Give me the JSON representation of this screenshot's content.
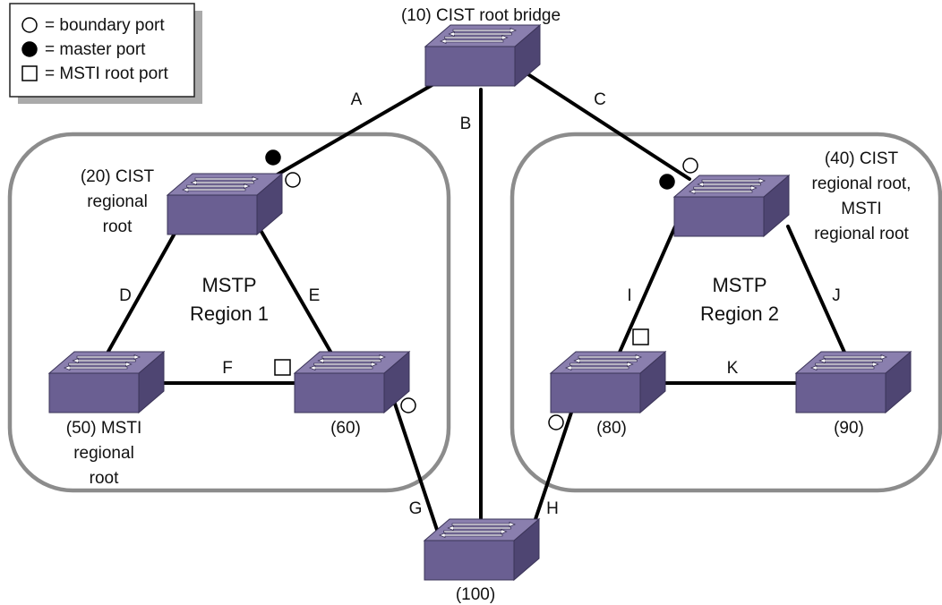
{
  "legend": {
    "items": [
      {
        "symbol": "open-circle",
        "label": "= boundary port"
      },
      {
        "symbol": "filled-circle",
        "label": "= master port"
      },
      {
        "symbol": "open-square",
        "label": "= MSTI root port"
      }
    ]
  },
  "regions": {
    "region1": {
      "line1": "MSTP",
      "line2": "Region 1"
    },
    "region2": {
      "line1": "MSTP",
      "line2": "Region 2"
    }
  },
  "switches": {
    "s10": {
      "lines": [
        "(10) CIST root bridge"
      ]
    },
    "s20": {
      "lines": [
        "(20) CIST",
        "regional",
        "root"
      ]
    },
    "s40": {
      "lines": [
        "(40) CIST",
        "regional root,",
        "MSTI",
        "regional root"
      ]
    },
    "s50": {
      "lines": [
        "(50) MSTI",
        "regional",
        "root"
      ]
    },
    "s60": {
      "lines": [
        "(60)"
      ]
    },
    "s80": {
      "lines": [
        "(80)"
      ]
    },
    "s90": {
      "lines": [
        "(90)"
      ]
    },
    "s100": {
      "lines": [
        "(100)"
      ]
    }
  },
  "links": {
    "A": "A",
    "B": "B",
    "C": "C",
    "D": "D",
    "E": "E",
    "F": "F",
    "G": "G",
    "H": "H",
    "I": "I",
    "J": "J",
    "K": "K"
  },
  "colors": {
    "switch_top": "#8a7fae",
    "switch_front": "#6a5f92",
    "switch_side": "#4e4572",
    "region_border": "#8c8c8c",
    "link": "#000000"
  }
}
